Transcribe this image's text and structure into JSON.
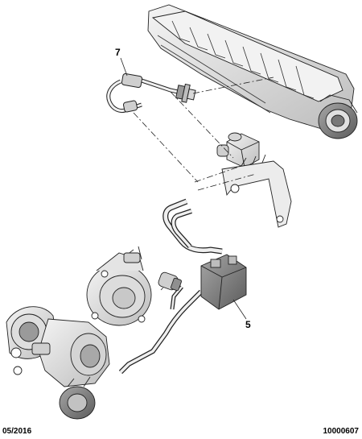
{
  "diagram": {
    "callouts": [
      {
        "id": "c7",
        "label": "7"
      },
      {
        "id": "c5",
        "label": "5"
      }
    ]
  },
  "footer": {
    "date": "05/2016",
    "reference": "10000607"
  },
  "colors": {
    "line": "#222222",
    "fill_light": "#e9e9e9",
    "fill_mid": "#cfcfcf",
    "fill_dark": "#8a8a8a"
  }
}
